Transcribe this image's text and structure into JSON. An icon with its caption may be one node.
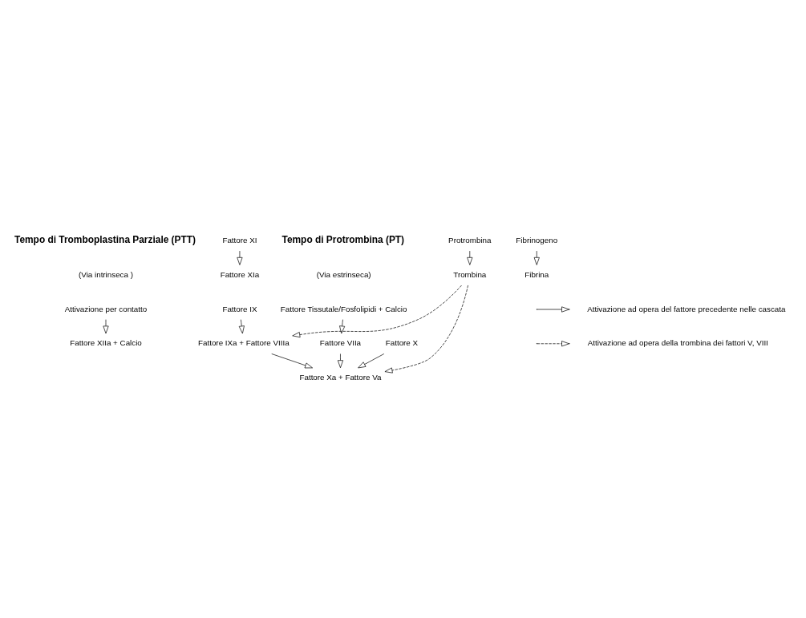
{
  "diagram": {
    "nodes": [
      {
        "text": [
          "Attivazione per contatto"
        ]
      },
      {
        "text": [
          "Fattore XIIa + Calcio"
        ]
      },
      {
        "text": [
          "Fattore XI"
        ]
      },
      {
        "text": [
          "Fattore XIa"
        ]
      },
      {
        "text": [
          "Fattore IX"
        ]
      },
      {
        "text": [
          "Fattore IXa + Fattore VIIIa"
        ]
      },
      {
        "text": [
          "Fattore Tissutale/Fosfolipidi + Calcio"
        ]
      },
      {
        "text": [
          "Fattore VIIa"
        ]
      },
      {
        "text": [
          "Fattore X"
        ]
      },
      {
        "text": [
          "Fattore Xa + Fattore Va"
        ]
      },
      {
        "text": [
          "Protrombina"
        ]
      },
      {
        "text": [
          "Trombina"
        ]
      },
      {
        "text": [
          "Fibrinogeno"
        ]
      },
      {
        "text": [
          "Fibrina"
        ]
      }
    ],
    "edges": [
      {
        "from": 0,
        "to": 1,
        "arrow": "to"
      },
      {
        "from": 2,
        "to": 3,
        "arrow": "to"
      },
      {
        "from": 4,
        "to": 5,
        "arrow": "to"
      },
      {
        "from": 6,
        "to": 7,
        "arrow": "to"
      },
      {
        "from": 7,
        "to": 9,
        "arrow": "to"
      },
      {
        "from": 8,
        "to": 9,
        "arrow": "to"
      },
      {
        "from": 5,
        "to": 9,
        "arrow": "to"
      },
      {
        "from": 10,
        "to": 11,
        "arrow": "to"
      },
      {
        "from": 12,
        "to": 13,
        "arrow": "to"
      },
      {
        "from": 11,
        "to": 9,
        "arrow": "to",
        "style": "dashed"
      },
      {
        "from": 11,
        "to": 5,
        "arrow": "to",
        "style": "dashed"
      }
    ],
    "labels": [
      "Tempo di Tromboplastina Parziale (PTT)",
      "(Via intrinseca )",
      "Tempo di Protrombina (PT)",
      "(Via estrinseca)"
    ],
    "legend": [
      {
        "text": "Attivazione ad opera del fattore precedente nelle cascata"
      },
      {
        "text": "Attivazione ad opera della trombina dei fattori V, VIII"
      }
    ]
  }
}
